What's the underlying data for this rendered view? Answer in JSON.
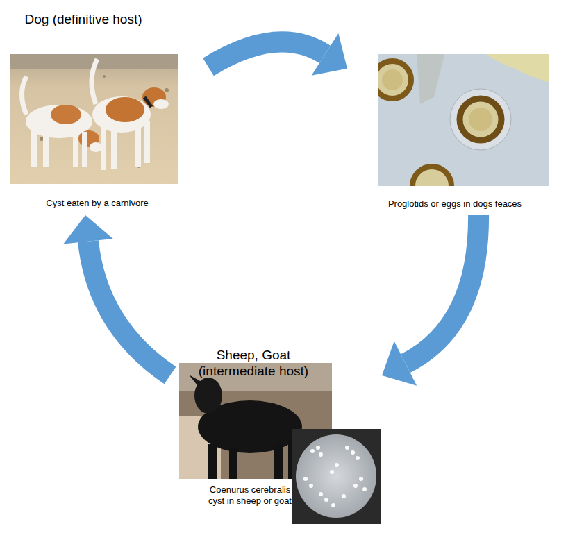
{
  "diagram": {
    "nodes": [
      {
        "text": [
          "Dog (definitive host)",
          "Cyst eaten by a carnivore"
        ]
      },
      {
        "text": [
          "Proglotids or eggs in dogs feaces"
        ]
      },
      {
        "text": [
          "Sheep, Goat (intermediate host)",
          "Coenurus cerebralis cyst in sheep or goat"
        ]
      }
    ],
    "edges": [
      {
        "from": 0,
        "to": 1,
        "arrow": "to"
      },
      {
        "from": 1,
        "to": 2,
        "arrow": "to"
      },
      {
        "from": 2,
        "to": 0,
        "arrow": "to"
      }
    ]
  }
}
